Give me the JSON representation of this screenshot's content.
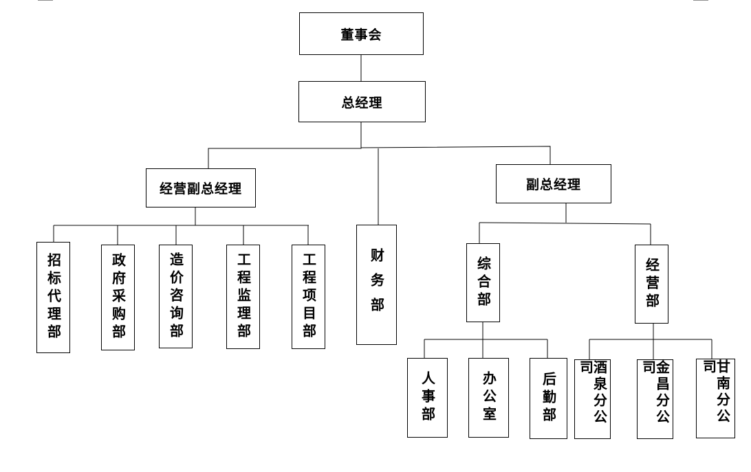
{
  "chart": {
    "board": "董事会",
    "general_manager": "总经理",
    "business_deputy_gm": "经营副总经理",
    "deputy_gm": "副总经理",
    "bidding_agency": "招标代理部",
    "government_procurement": "政府采购部",
    "cost_consulting": "造价咨询部",
    "engineering_supervision": "工程监理部",
    "engineering_project": "工程项目部",
    "finance": "财务部",
    "general_affairs": "综合部",
    "business_operations": "经营部",
    "human_resources": "人事部",
    "office": "办公室",
    "logistics": "后勤部",
    "jiuquan_branch": "酒泉分公司",
    "jinchang_branch": "金昌分公司",
    "gannan_branch": "甘南分公司"
  },
  "colors": {
    "line": "#000000",
    "box_border": "#000000",
    "background": "#ffffff"
  }
}
